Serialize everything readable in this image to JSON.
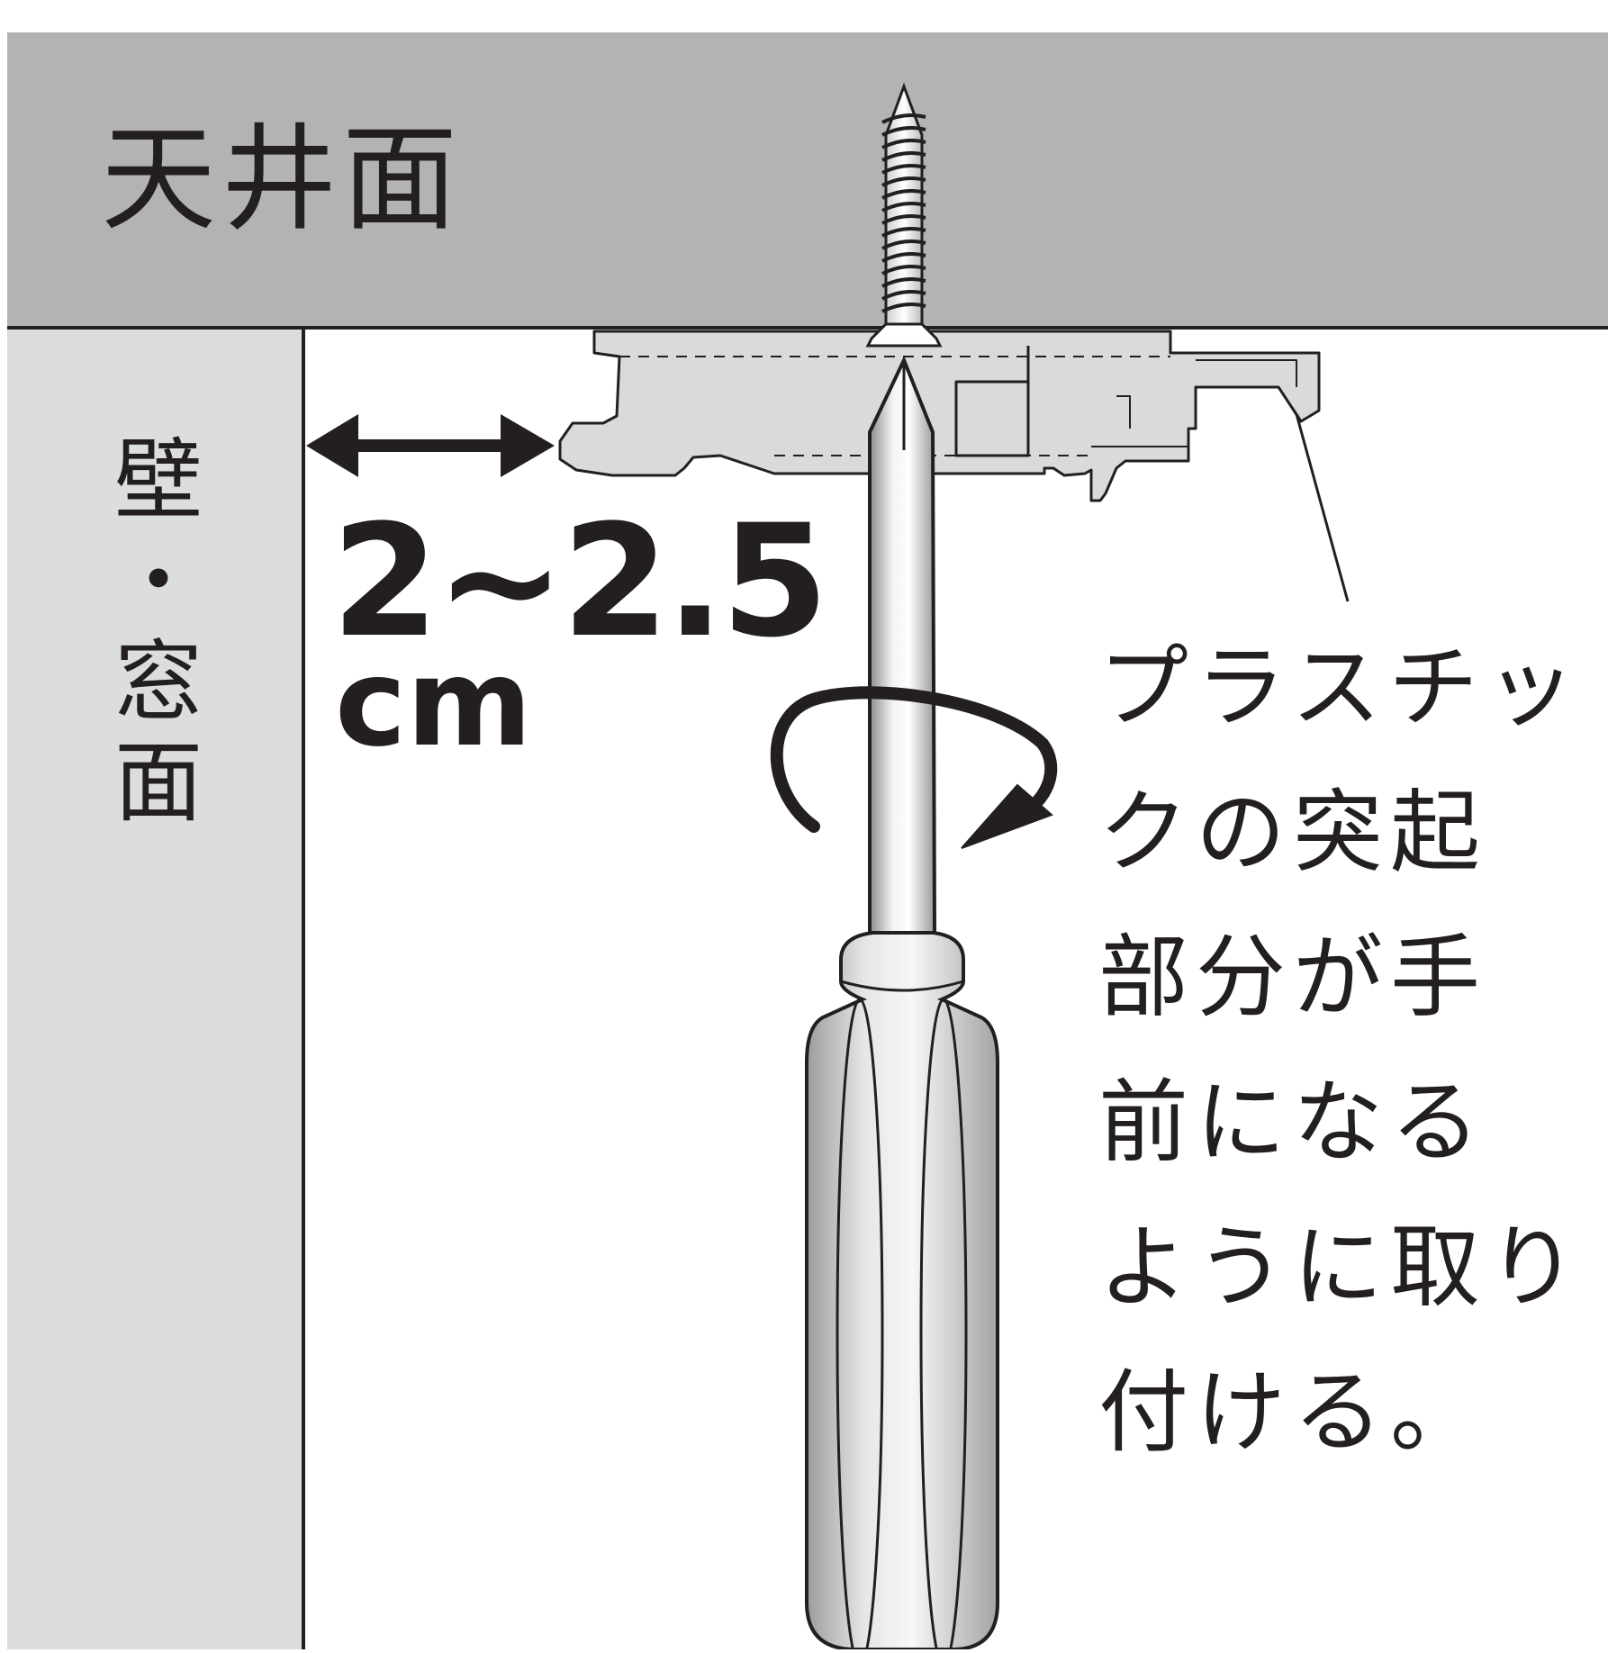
{
  "labels": {
    "ceiling": "天井面",
    "wall": [
      "壁",
      "・",
      "窓",
      "面"
    ],
    "distance_value": "2~2.5",
    "distance_unit": "cm",
    "instruction_lines": [
      "プラスチッ",
      "クの突起",
      "部分が手",
      "前になる",
      "ように取り",
      "付ける。"
    ]
  },
  "colors": {
    "ceiling": "#b3b3b3",
    "wall": "#dcdddd",
    "background": "#ffffff",
    "line": "#231f20",
    "bracket": "#d9dada"
  },
  "icons": [
    "screw-icon",
    "screwdriver-icon",
    "rotation-arrow-icon",
    "dimension-arrow-icon",
    "ceiling-bracket-icon"
  ]
}
